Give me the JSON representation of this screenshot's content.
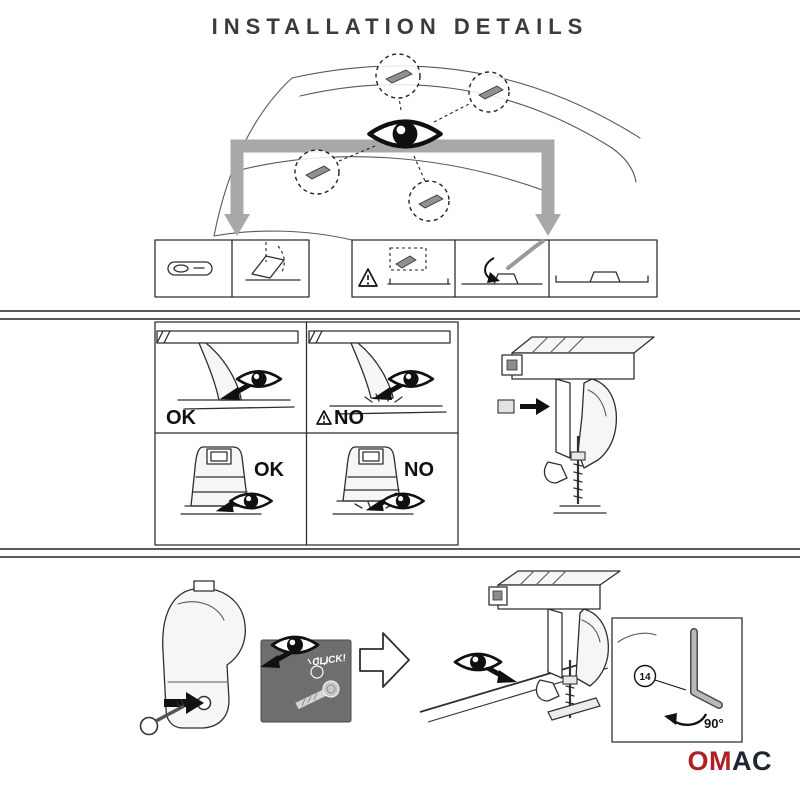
{
  "title": "INSTALLATION DETAILS",
  "comparison_grid": {
    "top_left_label": "OK",
    "top_right_label": "NO",
    "bottom_left_label": "OK",
    "bottom_right_label": "NO"
  },
  "bottom_section": {
    "click_label": "CLICK!",
    "angle_label": "90°",
    "part_number": "14"
  },
  "logo": {
    "prefix": "OM",
    "suffix": "AC",
    "prefix_color": "#b01f24",
    "suffix_color": "#1d2733"
  },
  "colors": {
    "line": "#2f2f2f",
    "band_gray": "#a8a8a8",
    "panel_gray": "#6e6e6e"
  }
}
